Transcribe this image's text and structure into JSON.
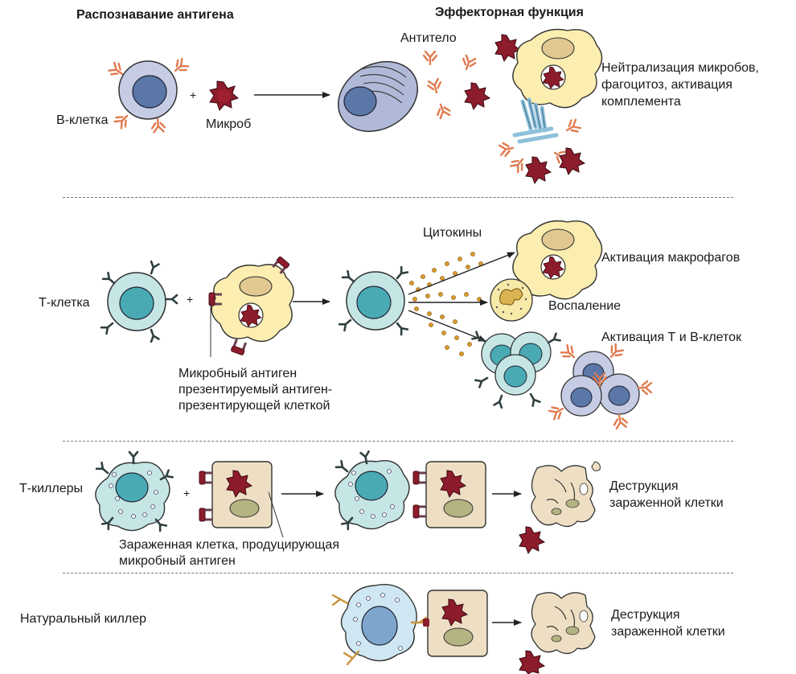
{
  "headings": {
    "recognition": "Распознавание антигена",
    "effector": "Эффекторная функция"
  },
  "row1": {
    "b_cell": "В-клетка",
    "plus": "+",
    "microbe": "Микроб",
    "antibody": "Антитело",
    "effect_line1": "Нейтрализация микробов,",
    "effect_line2": "фагоцитоз, активация",
    "effect_line3": "комплемента"
  },
  "row2": {
    "t_cell": "Т-клетка",
    "plus": "+",
    "cytokines": "Цитокины",
    "macrophage_activation": "Активация макрофагов",
    "inflammation": "Воспаление",
    "tb_activation": "Активация Т и В-клеток",
    "antigen_line1": "Микробный антиген",
    "antigen_line2": "презентируемый антиген-",
    "antigen_line3": "презентирующей клеткой"
  },
  "row3": {
    "killers": "Т-киллеры",
    "plus": "+",
    "infected_line1": "Зараженная клетка, продуцирующая",
    "infected_line2": "микробный антиген",
    "destruction_line1": "Деструкция",
    "destruction_line2": "зараженной клетки"
  },
  "row4": {
    "nk": "Натуральный киллер",
    "destruction_line1": "Деструкция",
    "destruction_line2": "зараженной клетки"
  },
  "colors": {
    "b_cell": "#c5cce4",
    "b_nucleus": "#5a77a8",
    "t_cell": "#c6e6e6",
    "t_nucleus": "#4aaab4",
    "microbe": "#8c1c2c",
    "antibody_orange": "#e07a4e",
    "receptor_dark": "#2f3f3f",
    "macrophage": "#fbeeb0",
    "macrophage_nucleus": "#e0c890",
    "infected_cell": "#eedfc4",
    "infected_nucleus": "#b4b482",
    "cytokine_dot": "#d79a2e",
    "nk_cell": "#cfe7f2",
    "nk_nucleus": "#7ea6cc",
    "complement_blue": "#8fc0da"
  }
}
